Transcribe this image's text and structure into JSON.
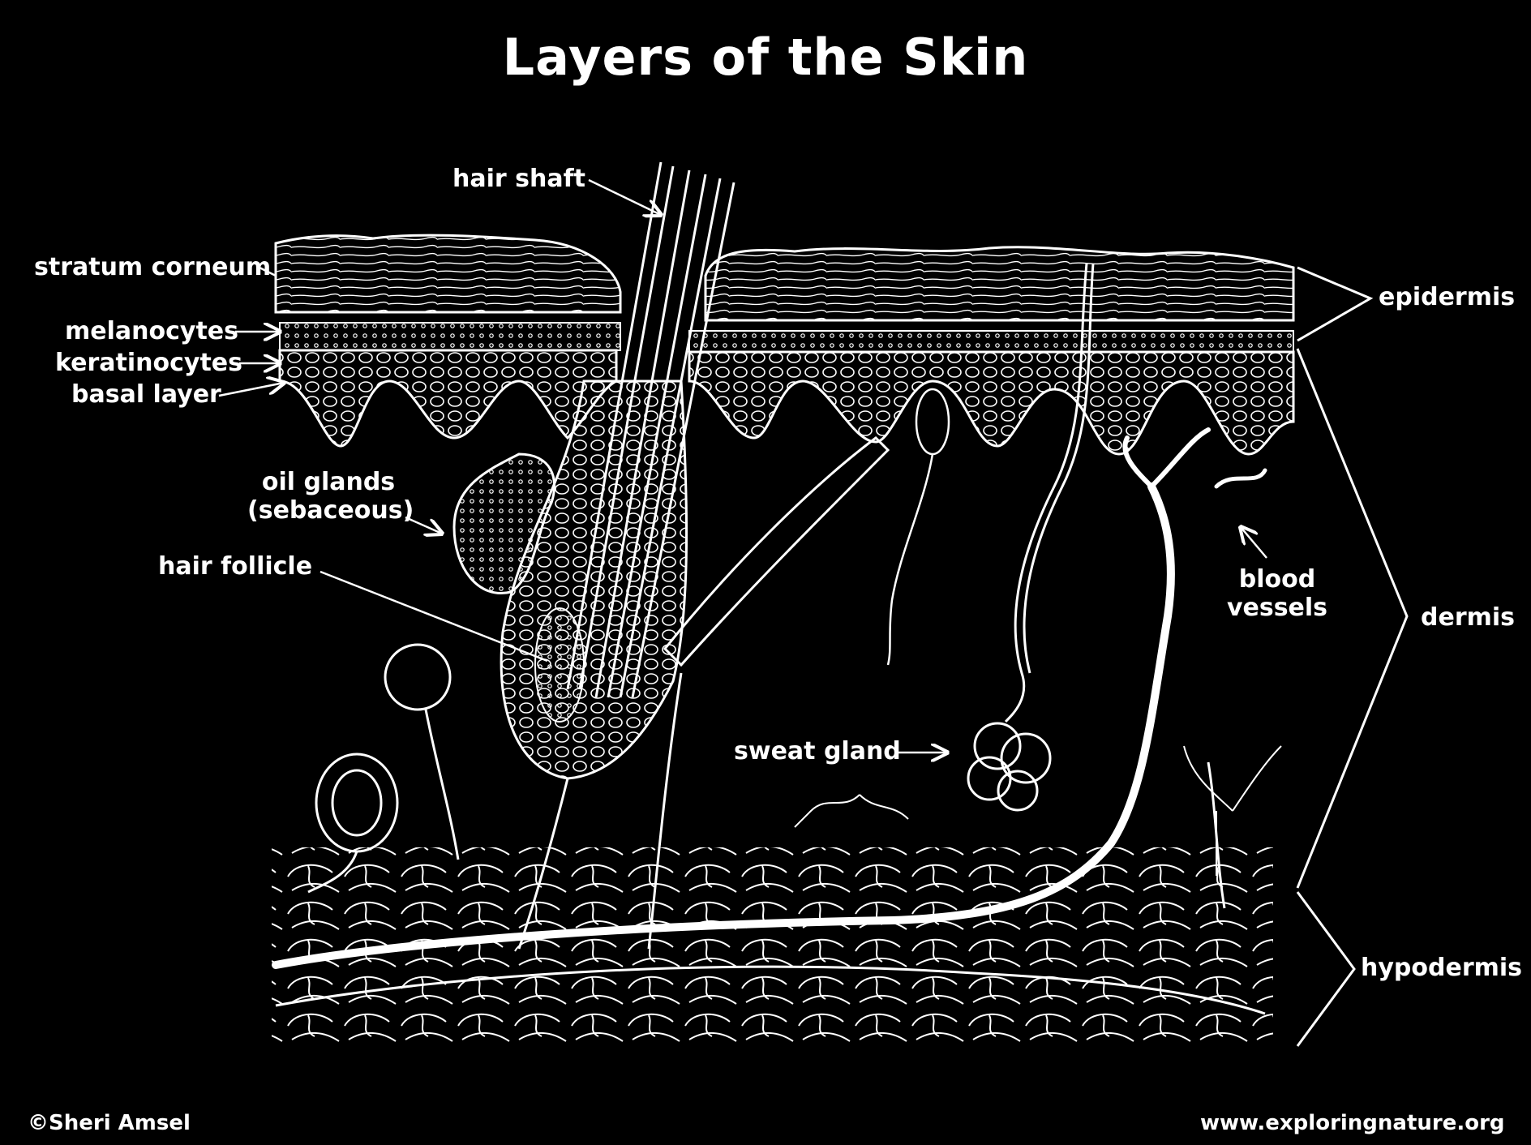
{
  "title": "Layers of the Skin",
  "labels": {
    "hair_shaft": "hair shaft",
    "stratum_corneum": "stratum corneum",
    "melanocytes": "melanocytes",
    "keratinocytes": "keratinocytes",
    "basal_layer": "basal layer",
    "oil_glands_1": "oil glands",
    "oil_glands_2": "(sebaceous)",
    "hair_follicle": "hair follicle",
    "sweat_gland": "sweat gland",
    "blood_vessels_1": "blood",
    "blood_vessels_2": "vessels",
    "epidermis": "epidermis",
    "dermis": "dermis",
    "hypodermis": "hypodermis"
  },
  "footer": {
    "credit": "©Sheri Amsel",
    "website": "www.exploringnature.org"
  },
  "colors": {
    "background": "#000000",
    "ink": "#ffffff"
  }
}
